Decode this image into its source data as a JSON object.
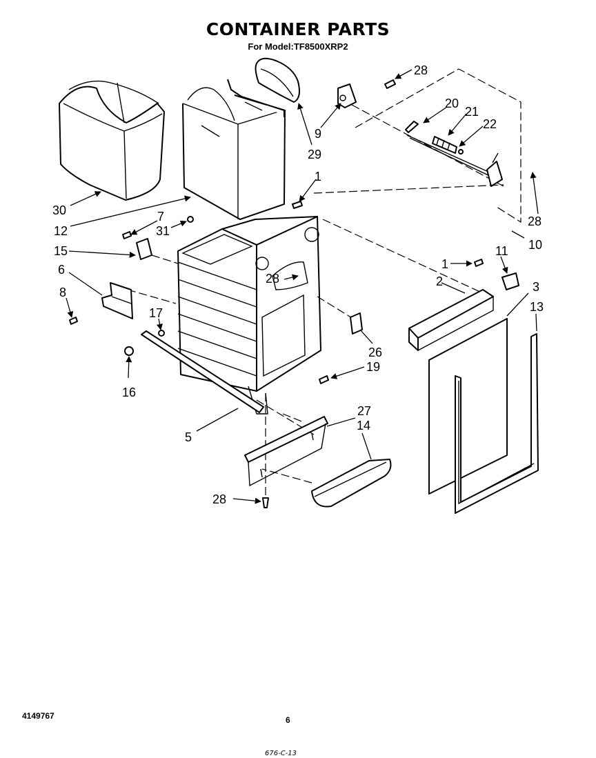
{
  "header": {
    "title": "CONTAINER PARTS",
    "model_line": "For Model:TF8500XRP2"
  },
  "footer": {
    "document_number": "4149767",
    "page_number": "6",
    "code": "676-C-13"
  },
  "callouts": [
    "1",
    "2",
    "3",
    "5",
    "6",
    "7",
    "8",
    "9",
    "10",
    "11",
    "12",
    "13",
    "14",
    "15",
    "16",
    "17",
    "19",
    "20",
    "21",
    "22",
    "26",
    "27",
    "28",
    "29",
    "30",
    "31"
  ]
}
